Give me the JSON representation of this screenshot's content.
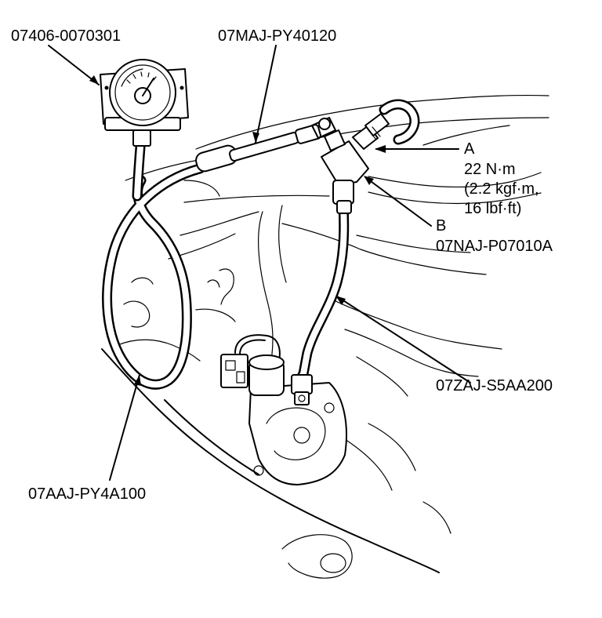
{
  "labels": {
    "gauge_part": "07406-0070301",
    "hose_top_part": "07MAJ-PY40120",
    "callout_a": "A",
    "torque_nm": "22 N·m",
    "torque_kgf": "(2.2 kgf·m,",
    "torque_lbf": "16 lbf·ft)",
    "callout_b": "B",
    "adapter_part": "07NAJ-P07010A",
    "hose_right_part": "07ZAJ-S5AA200",
    "hose_left_part": "07AAJ-PY4A100"
  }
}
